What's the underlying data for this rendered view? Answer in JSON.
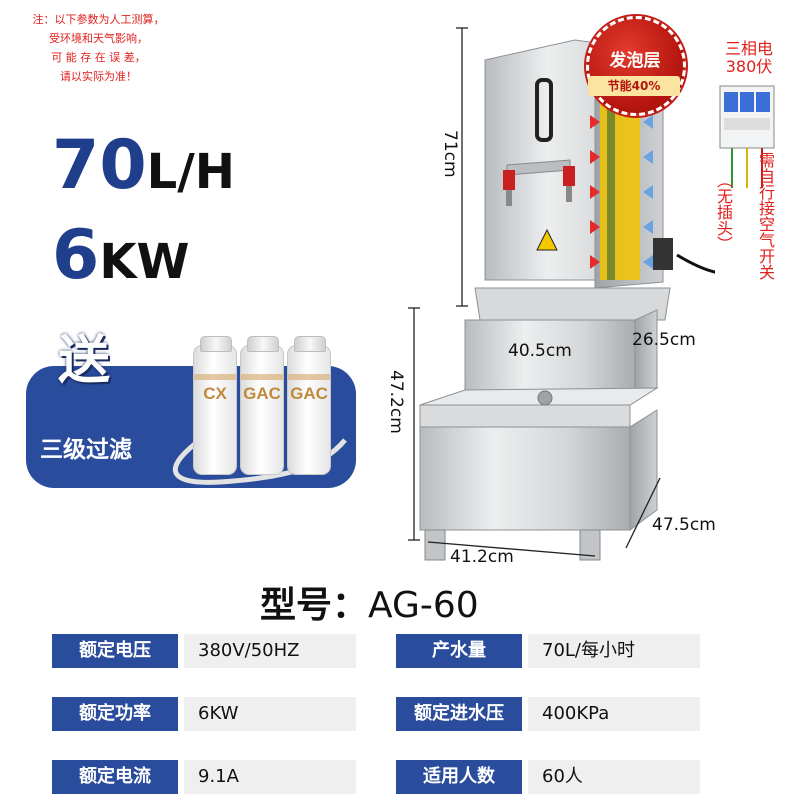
{
  "note": {
    "line1": "注：以下参数为人工测算，",
    "line2": "受环境和天气影响，",
    "line3": "可 能 存 在 误 差，",
    "line4": "请以实际为准！"
  },
  "flow": {
    "value": "70",
    "unit": "L/H"
  },
  "power_big": {
    "value": "6",
    "unit": "KW"
  },
  "promo": {
    "gift": "送",
    "text": "三级过滤",
    "filters": [
      "CX",
      "GAC",
      "GAC"
    ]
  },
  "badge": {
    "main": "发泡层",
    "sub": "节能40%"
  },
  "electric": {
    "line1": "三相电",
    "line2": "380伏",
    "no_plug": "（无插头）",
    "switch_note": "需自行接空气开关"
  },
  "dimensions": {
    "upper_height": "71cm",
    "lower_height": "47.2cm",
    "upper_width": "40.5cm",
    "upper_depth": "26.5cm",
    "base_width": "41.2cm",
    "base_depth": "47.5cm"
  },
  "model": {
    "label": "型号：",
    "value": "AG-60"
  },
  "specs": [
    {
      "label": "额定电压",
      "value": "380V/50HZ"
    },
    {
      "label": "产水量",
      "value": "70L/每小时"
    },
    {
      "label": "额定功率",
      "value": "6KW"
    },
    {
      "label": "额定进水压",
      "value": "400KPa"
    },
    {
      "label": "额定电流",
      "value": "9.1A"
    },
    {
      "label": "适用人数",
      "value": "60人"
    }
  ],
  "colors": {
    "brand_blue": "#2a4c9c",
    "number_blue": "#1f3f8c",
    "warning_red": "#e0201e",
    "steel": "#c9cbcd"
  }
}
